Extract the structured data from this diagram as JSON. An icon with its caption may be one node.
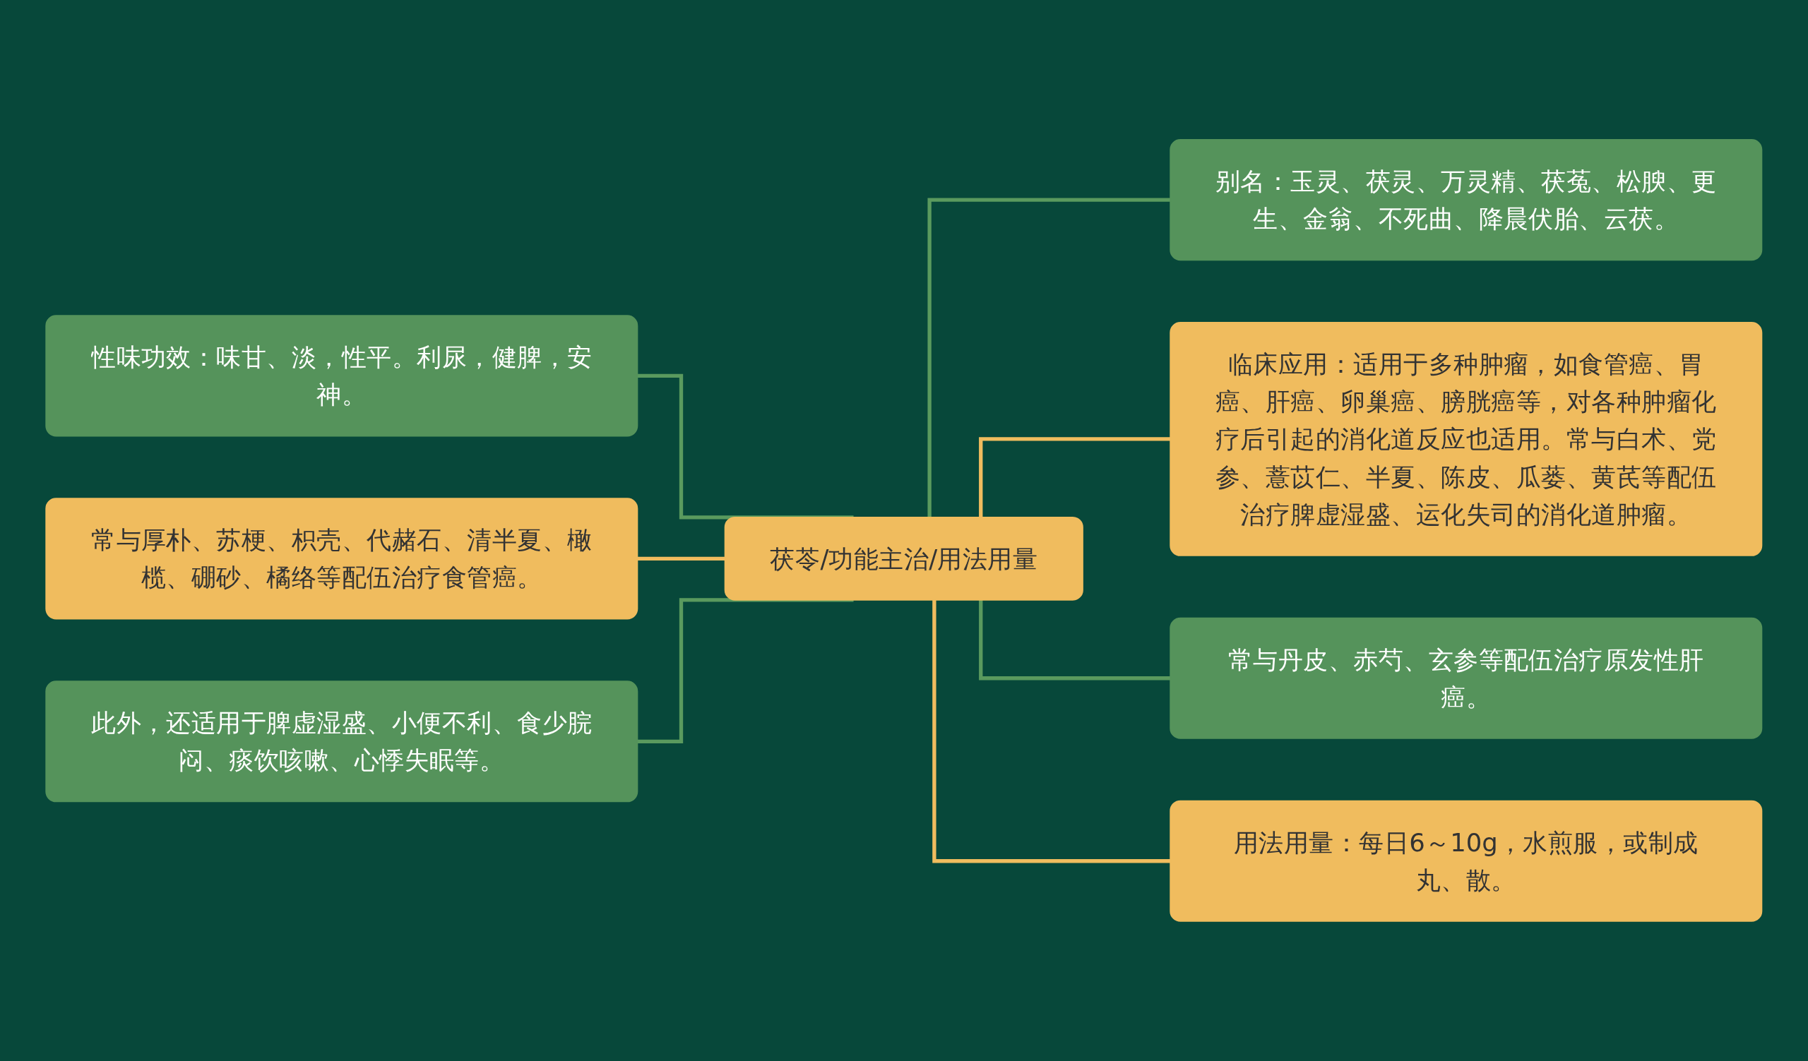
{
  "diagram": {
    "nodes": [
      {
        "text": [
          "茯苓/功能主治/用法用量"
        ]
      },
      {
        "text": [
          "性味功效：味甘、淡，性平。利尿，健脾，安神。"
        ]
      },
      {
        "text": [
          "常与厚朴、苏梗、枳壳、代赭石、清半夏、橄榄、硼砂、橘络等配伍治疗食管癌。"
        ]
      },
      {
        "text": [
          "此外，还适用于脾虚湿盛、小便不利、食少脘闷、痰饮咳嗽、心悸失眠等。"
        ]
      },
      {
        "text": [
          "别名：玉灵、茯灵、万灵精、茯菟、松腴、更生、金翁、不死曲、降晨伏胎、云茯。"
        ]
      },
      {
        "text": [
          "临床应用：适用于多种肿瘤，如食管癌、胃癌、肝癌、卵巢癌、膀胱癌等，对各种肿瘤化疗后引起的消化道反应也适用。常与白术、党参、薏苡仁、半夏、陈皮、瓜蒌、黄芪等配伍治疗脾虚湿盛、运化失司的消化道肿瘤。"
        ]
      },
      {
        "text": [
          "常与丹皮、赤芍、玄参等配伍治疗原发性肝癌。"
        ]
      },
      {
        "text": [
          "用法用量：每日6～10g，水煎服，或制成丸、散。"
        ]
      }
    ],
    "edges": [
      {
        "from": 1,
        "to": 0,
        "arrow": "none"
      },
      {
        "from": 2,
        "to": 0,
        "arrow": "none",
        "color": "#f0bc5e"
      },
      {
        "from": 3,
        "to": 0,
        "arrow": "none"
      },
      {
        "from": 0,
        "to": 4,
        "arrow": "none"
      },
      {
        "from": 0,
        "to": 5,
        "arrow": "none",
        "color": "#f0bc5e"
      },
      {
        "from": 0,
        "to": 6,
        "arrow": "none"
      },
      {
        "from": 0,
        "to": 7,
        "arrow": "none",
        "color": "#f0bc5e"
      }
    ]
  }
}
